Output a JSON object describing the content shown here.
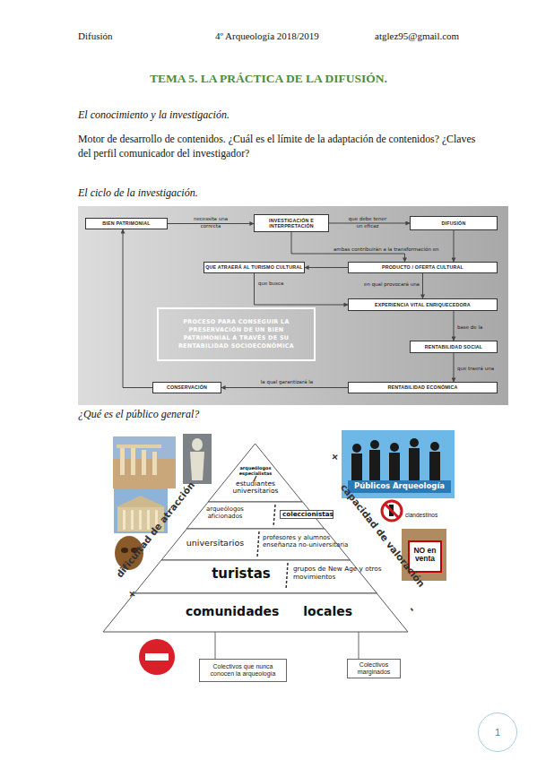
{
  "diagram": {
    "title": "TEMA 5. LA PRÁCTICA DE LA DIFUSIÓN.",
    "nodes": [
      {
        "text": [
          "BIEN PATRIMONIAL"
        ]
      },
      {
        "text": [
          "INVESTIGACIÓN E INTERPRETACIÓN"
        ]
      },
      {
        "text": [
          "DIFUSIÓN"
        ]
      },
      {
        "text": [
          "QUE ATRAERÁ AL TURISMO CULTURAL"
        ]
      },
      {
        "text": [
          "PRODUCTO / OFERTA CULTURAL"
        ]
      },
      {
        "text": [
          "EXPERIENCIA VITAL ENRIQUECEDORA"
        ]
      },
      {
        "text": [
          "PROCESO PARA CONSEGUIR LA PRESERVACIÓN DE UN BIEN PATRIMONIAL A TRAVÉS DE SU RENTABILIDAD SOCIOECONÓMICA"
        ]
      },
      {
        "text": [
          "RENTABILIDAD SOCIAL"
        ]
      },
      {
        "text": [
          "CONSERVACIÓN"
        ]
      },
      {
        "text": [
          "RENTABILIDAD ECONÓMICA"
        ]
      },
      {
        "text": [
          "arqueólogos especialistas",
          "estudiantes universitarios"
        ]
      },
      {
        "text": [
          "arqueólogos aficionados",
          "coleccionistas"
        ]
      },
      {
        "text": [
          "universitarios",
          "profesores y alumnos enseñanza no-universitaria"
        ]
      },
      {
        "text": [
          "turistas",
          "grupos de New Age y otros movimientos"
        ]
      },
      {
        "text": [
          "comunidades locales"
        ]
      },
      {
        "text": [
          "Colectivos que nunca conocen la arqueología"
        ]
      },
      {
        "text": [
          "Colectivos marginados"
        ]
      },
      {
        "text": [
          "1"
        ]
      }
    ],
    "edges": [
      {
        "from": 0,
        "to": 1,
        "label": "necessita una correcta",
        "arrow": "to"
      },
      {
        "from": 1,
        "to": 2,
        "label": "que debe tener un eficaz",
        "arrow": "to"
      },
      {
        "from": 1,
        "to": 4,
        "label": "ambas contribuirán a la transformación en",
        "arrow": "to"
      },
      {
        "from": 2,
        "to": 4,
        "arrow": "to"
      },
      {
        "from": 4,
        "to": 3,
        "arrow": "to"
      },
      {
        "from": 3,
        "to": 5,
        "label": "que busca",
        "arrow": "to"
      },
      {
        "from": 4,
        "to": 5,
        "label": "en qual provocará una",
        "arrow": "to"
      },
      {
        "from": 5,
        "to": 7,
        "label": "base de la",
        "arrow": "to"
      },
      {
        "from": 7,
        "to": 9,
        "label": "que traerá una",
        "arrow": "to"
      },
      {
        "from": 9,
        "to": 8,
        "label": "la qual garantizará la",
        "arrow": "to"
      },
      {
        "from": 8,
        "to": 0,
        "arrow": "to"
      },
      {
        "from": 15,
        "to": 14,
        "arrow": "none"
      },
      {
        "from": 16,
        "to": 14,
        "arrow": "none"
      }
    ],
    "labels": [
      "Difusión",
      "4º Arqueología 2018/2019",
      "atglez95@gmail.com",
      "El conocimiento y la investigación.",
      "Motor de desarrollo de contenidos. ¿Cuál es el límite de la adaptación de contenidos? ¿Claves del perfil comunicador del investigador?",
      "El ciclo de la investigación.",
      "¿Qué es el público general?",
      "dificultad de atracción",
      "capacidad de valoración",
      "+",
      "+",
      "-",
      "Públicos Arqueología",
      "clandestinos",
      "NO en venta"
    ]
  }
}
